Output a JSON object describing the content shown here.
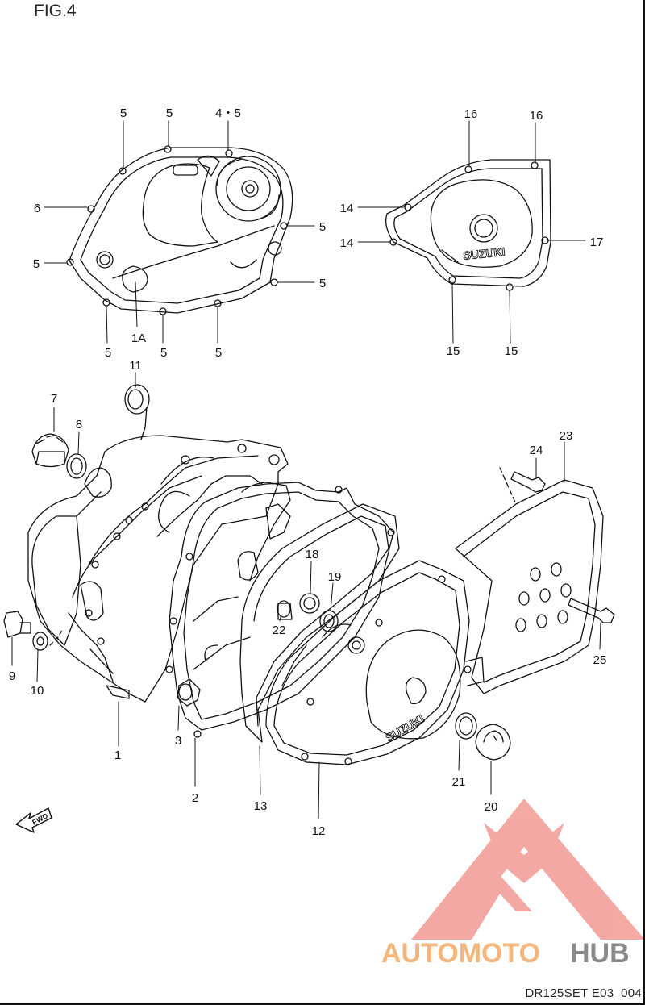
{
  "header": {
    "figure_label": "FIG.4"
  },
  "footer": {
    "reference_code": "DR125SET E03_004"
  },
  "watermark": {
    "brand_word_1": "AUTOMOTO",
    "brand_word_2": "HUB",
    "brand_color_1": "#f4b67a",
    "brand_color_2": "#8a8a8a",
    "logo_color": "#f39a93"
  },
  "direction_arrow": {
    "label": "FWD"
  },
  "brands": {
    "cover_logo_upper": "SUZUKI",
    "cover_logo_lower": "SUZUKI"
  },
  "callouts": {
    "c01": "5",
    "c02": "5",
    "c03": "4・5",
    "c04": "6",
    "c05": "5",
    "c06": "5",
    "c07": "5",
    "c08": "1A",
    "c09": "5",
    "c10": "5",
    "c11": "5",
    "c12": "16",
    "c13": "16",
    "c14": "14",
    "c15": "14",
    "c16": "17",
    "c17": "15",
    "c18": "15",
    "c19": "11",
    "c20": "7",
    "c21": "8",
    "c22": "9",
    "c23": "10",
    "c24": "1",
    "c25": "3",
    "c26": "2",
    "c27": "22",
    "c28": "18",
    "c29": "19",
    "c30": "13",
    "c31": "12",
    "c32": "24",
    "c33": "23",
    "c34": "25",
    "c35": "21",
    "c36": "20"
  }
}
